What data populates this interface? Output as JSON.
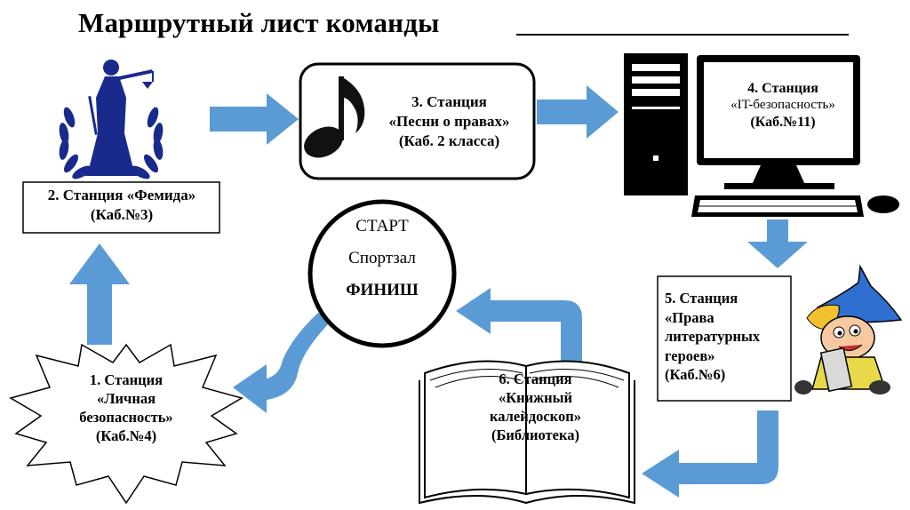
{
  "title": "Маршрутный лист команды",
  "colors": {
    "arrow": "#5b9bd5",
    "border": "#000000",
    "hat": "#2e6fd0",
    "hair": "#f2c12e"
  },
  "icons": [
    "themis-icon",
    "music-note-icon",
    "computer-icon",
    "book-icon",
    "cartoon-boy-icon"
  ],
  "stations": {
    "s3": [
      "3. Станция",
      "«Песни о правах»",
      "(Каб. 2 класса)"
    ],
    "s4": [
      "4. Станция",
      "«IT-безопасность»",
      "(Каб.№11)"
    ],
    "s2": [
      "2. Станция «Фемида»",
      "(Каб.№3)"
    ],
    "start": [
      "СТАРТ",
      "Спортзал",
      "ФИНИШ"
    ],
    "s5": [
      "5. Станция",
      "«Права",
      "литературных",
      "героев»",
      "(Каб.№6)"
    ],
    "s6": [
      "6. Станция",
      "«Книжный",
      "калейдоскоп»",
      "(Библиотека)"
    ],
    "s1": [
      "1. Станция",
      "«Личная",
      "безопасность»",
      "(Каб.№4)"
    ]
  }
}
